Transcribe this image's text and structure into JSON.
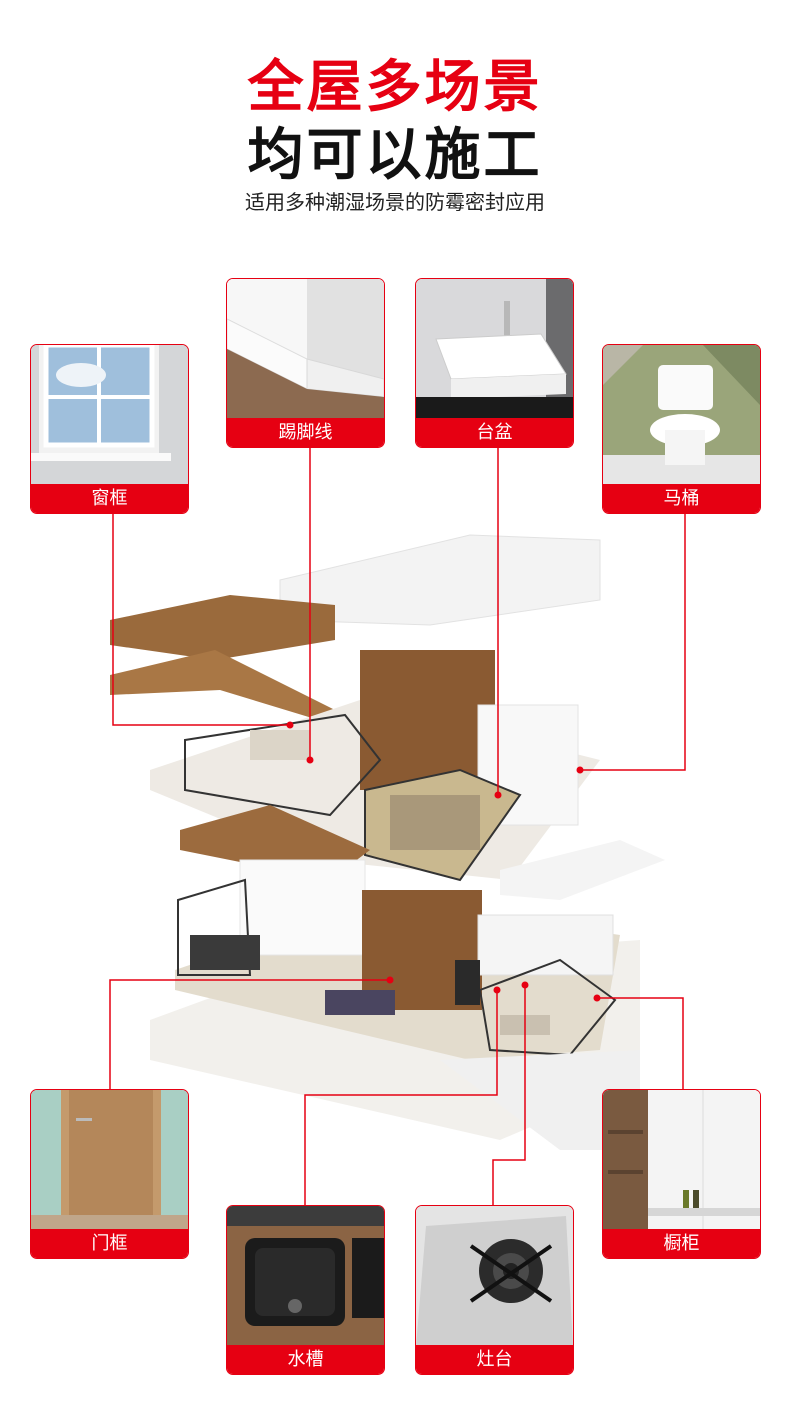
{
  "header": {
    "title_line1": "全屋多场景",
    "title_line2": "均可以施工",
    "subtitle": "适用多种潮湿场景的防霉密封应用"
  },
  "cards": {
    "window_frame": "窗框",
    "baseboard": "踢脚线",
    "basin": "台盆",
    "toilet": "马桶",
    "door_frame": "门框",
    "sink": "水槽",
    "stove": "灶台",
    "cabinet": "橱柜"
  },
  "colors": {
    "accent": "#e60012",
    "title_dark": "#111111"
  }
}
